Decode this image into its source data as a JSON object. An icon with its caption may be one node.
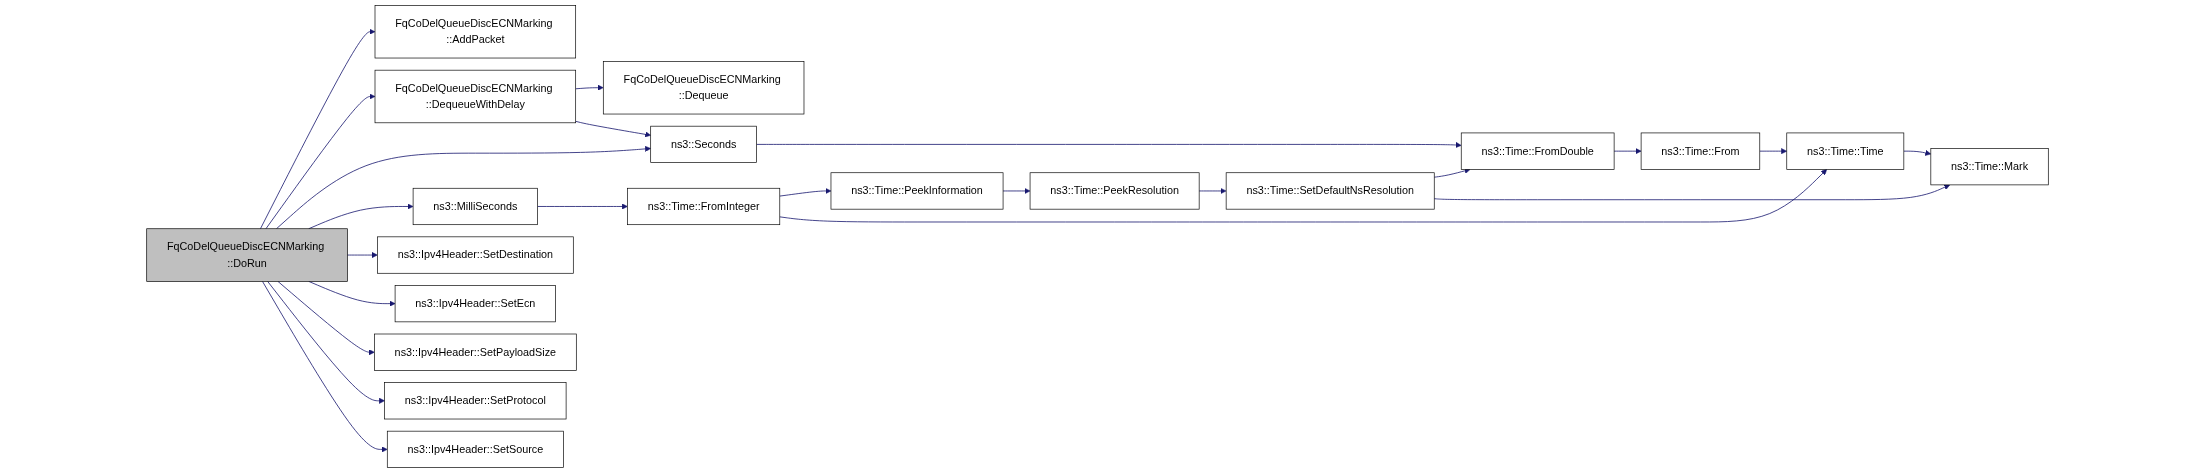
{
  "diagram": {
    "nodes": [
      {
        "text": [
          "FqCoDelQueueDiscECNMarking ::DoRun"
        ]
      },
      {
        "text": [
          "FqCoDelQueueDiscECNMarking ::AddPacket"
        ]
      },
      {
        "text": [
          "FqCoDelQueueDiscECNMarking ::DequeueWithDelay"
        ]
      },
      {
        "text": [
          "FqCoDelQueueDiscECNMarking ::Dequeue"
        ]
      },
      {
        "text": [
          "ns3::Seconds"
        ]
      },
      {
        "text": [
          "ns3::MilliSeconds"
        ]
      },
      {
        "text": [
          "ns3::Ipv4Header::SetDestination"
        ]
      },
      {
        "text": [
          "ns3::Ipv4Header::SetEcn"
        ]
      },
      {
        "text": [
          "ns3::Ipv4Header::SetPayloadSize"
        ]
      },
      {
        "text": [
          "ns3::Ipv4Header::SetProtocol"
        ]
      },
      {
        "text": [
          "ns3::Ipv4Header::SetSource"
        ]
      },
      {
        "text": [
          "ns3::Time::FromInteger"
        ]
      },
      {
        "text": [
          "ns3::Time::PeekInformation"
        ]
      },
      {
        "text": [
          "ns3::Time::PeekResolution"
        ]
      },
      {
        "text": [
          "ns3::Time::SetDefaultNsResolution"
        ]
      },
      {
        "text": [
          "ns3::Time::FromDouble"
        ]
      },
      {
        "text": [
          "ns3::Time::From"
        ]
      },
      {
        "text": [
          "ns3::Time::Time"
        ]
      },
      {
        "text": [
          "ns3::Time::Mark"
        ]
      }
    ],
    "edges": [
      {
        "from": 0,
        "to": 1,
        "arrow": "to"
      },
      {
        "from": 0,
        "to": 2,
        "arrow": "to"
      },
      {
        "from": 0,
        "to": 4,
        "arrow": "to"
      },
      {
        "from": 0,
        "to": 5,
        "arrow": "to"
      },
      {
        "from": 0,
        "to": 6,
        "arrow": "to"
      },
      {
        "from": 0,
        "to": 7,
        "arrow": "to"
      },
      {
        "from": 0,
        "to": 8,
        "arrow": "to"
      },
      {
        "from": 0,
        "to": 9,
        "arrow": "to"
      },
      {
        "from": 0,
        "to": 10,
        "arrow": "to"
      },
      {
        "from": 2,
        "to": 3,
        "arrow": "to"
      },
      {
        "from": 2,
        "to": 4,
        "arrow": "to"
      },
      {
        "from": 4,
        "to": 15,
        "arrow": "to"
      },
      {
        "from": 5,
        "to": 11,
        "arrow": "to"
      },
      {
        "from": 11,
        "to": 12,
        "arrow": "to"
      },
      {
        "from": 11,
        "to": 17,
        "arrow": "to"
      },
      {
        "from": 12,
        "to": 13,
        "arrow": "to"
      },
      {
        "from": 13,
        "to": 14,
        "arrow": "to"
      },
      {
        "from": 14,
        "to": 15,
        "arrow": "to"
      },
      {
        "from": 14,
        "to": 18,
        "arrow": "to"
      },
      {
        "from": 15,
        "to": 16,
        "arrow": "to"
      },
      {
        "from": 16,
        "to": 17,
        "arrow": "to"
      },
      {
        "from": 17,
        "to": 18,
        "arrow": "to"
      }
    ]
  }
}
